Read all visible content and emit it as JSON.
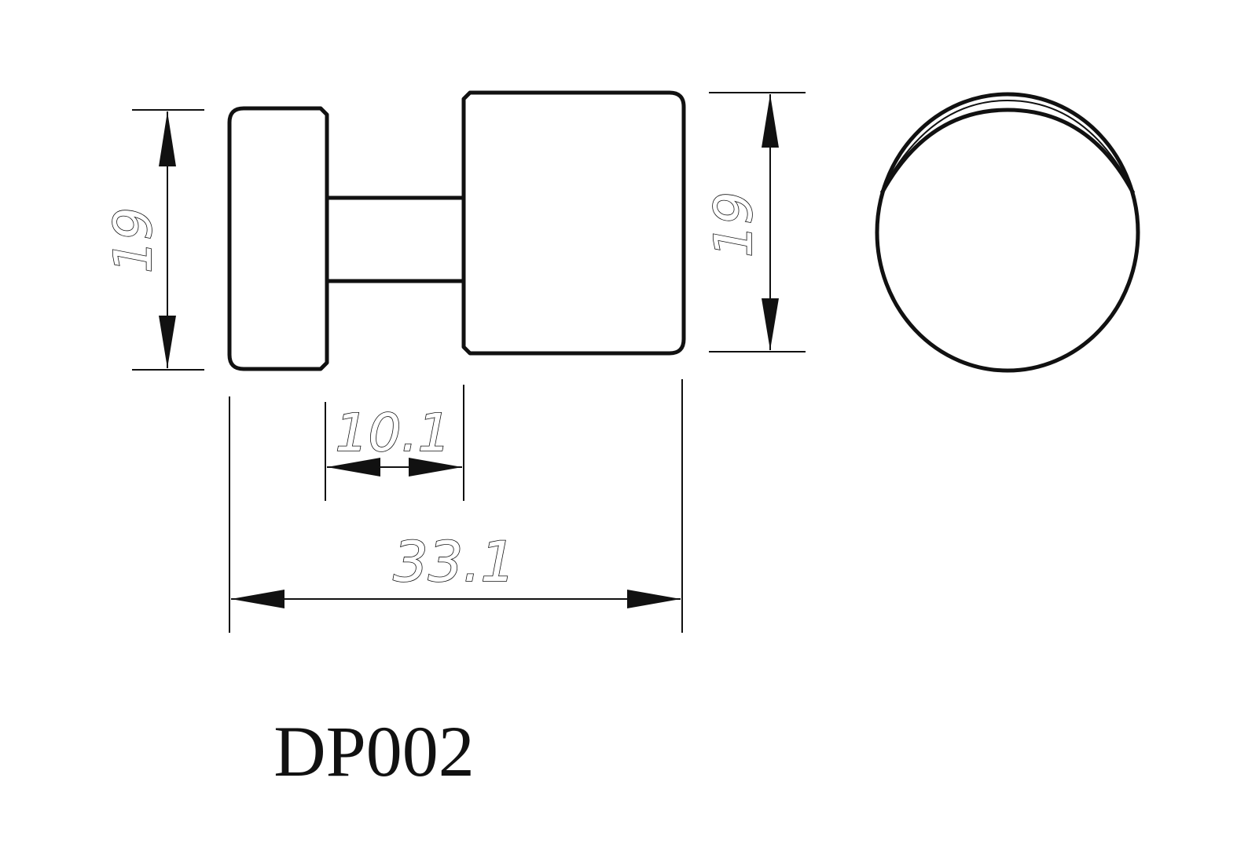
{
  "part": {
    "model_code": "DP002"
  },
  "dimensions": {
    "left_height": "19",
    "right_height": "19",
    "stem_length": "10.1",
    "overall_length": "33.1"
  },
  "colors": {
    "line": "#111111",
    "background": "#ffffff"
  }
}
